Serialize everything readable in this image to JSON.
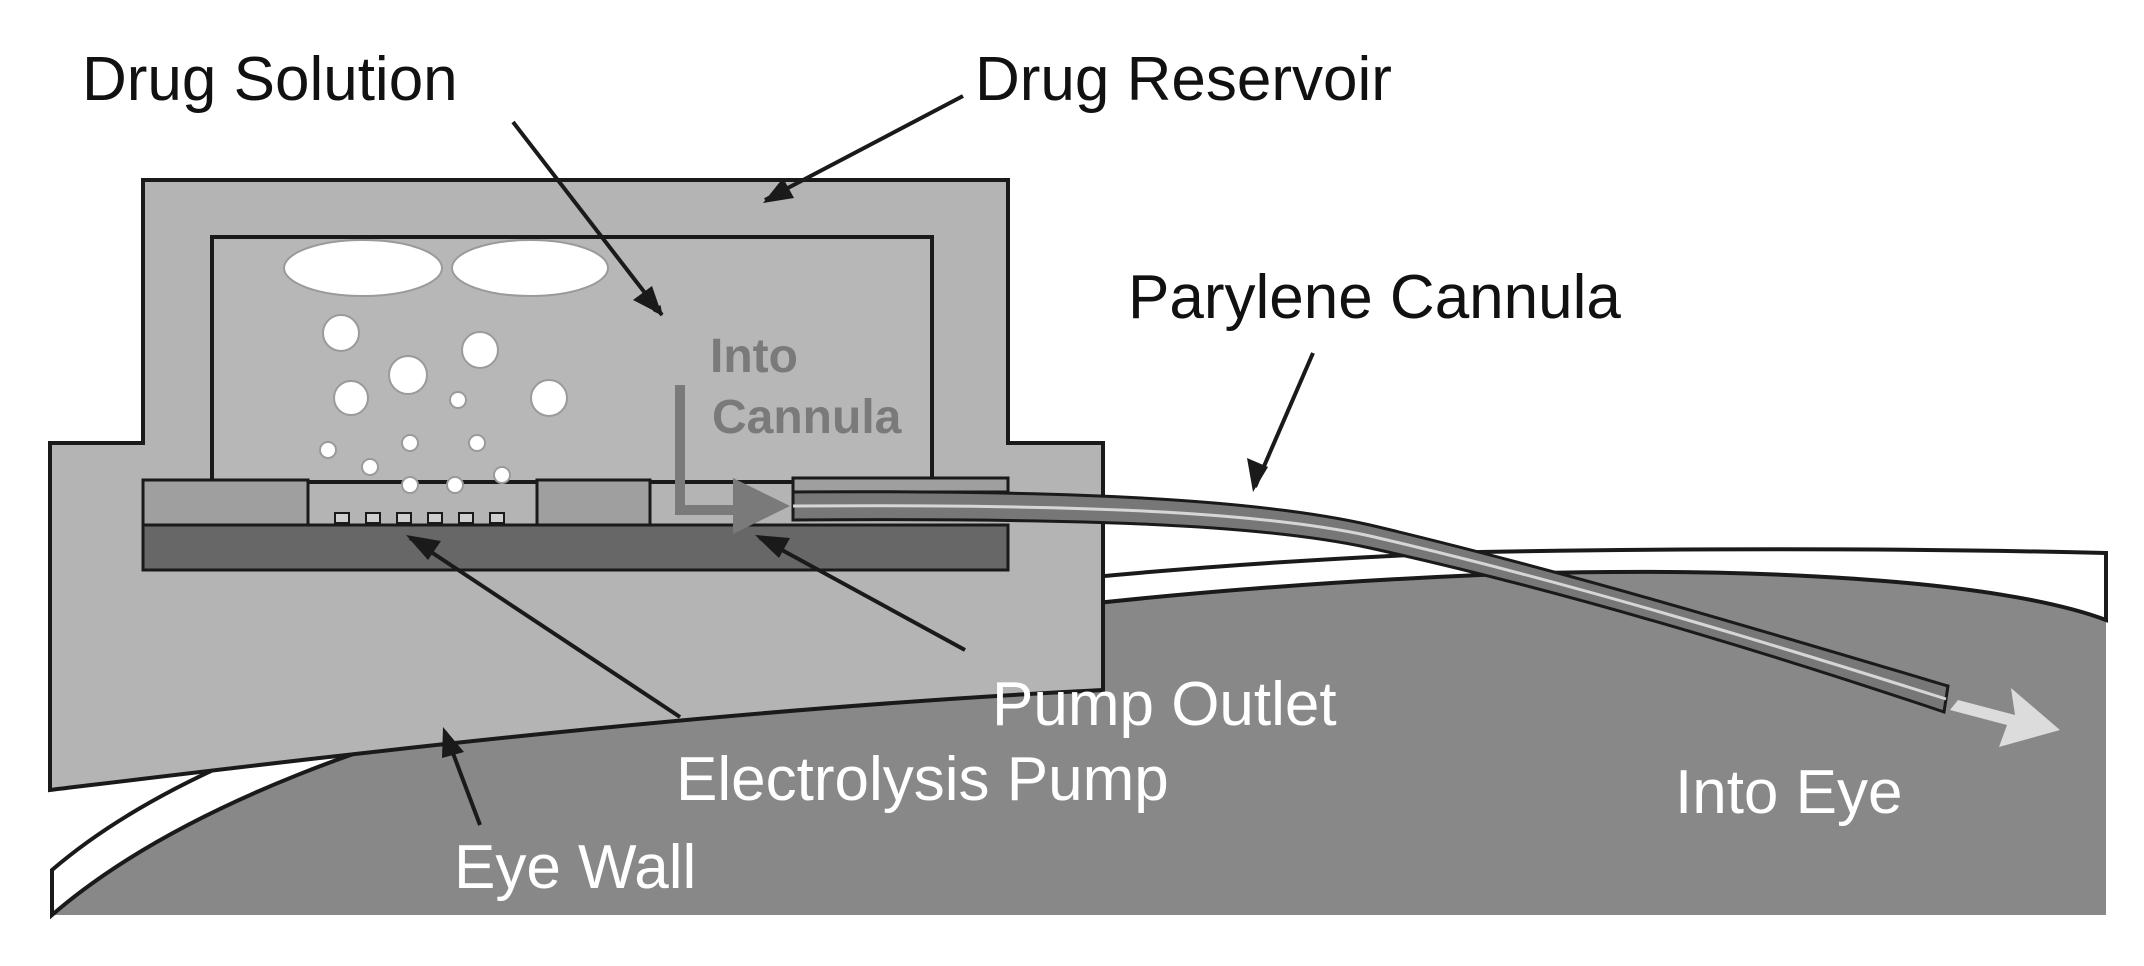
{
  "labels": {
    "drug_solution": "Drug Solution",
    "drug_reservoir": "Drug Reservoir",
    "parylene_cannula": "Parylene Cannula",
    "into": "Into",
    "cannula": "Cannula",
    "pump_outlet": "Pump Outlet",
    "electrolysis_pump": "Electrolysis Pump",
    "eye_wall": "Eye Wall",
    "into_eye": "Into Eye"
  },
  "colors": {
    "background": "#ffffff",
    "eye_interior": "#888888",
    "eye_wall": "#ffffff",
    "reservoir_shell": "#b4b4b4",
    "reservoir_chamber": "#b7b7b7",
    "pump_substrate": "#676767",
    "pump_pads": "#9f9f9f",
    "cannula": "#777777",
    "flow_arrow": "#7a7a7a",
    "into_eye_arrow": "#dcdcdc",
    "bubble": "#ffffff",
    "outline": "#1a1a1a",
    "text_dark": "#111111",
    "text_light": "#ffffff",
    "text_mid": "#7a7a7a"
  }
}
